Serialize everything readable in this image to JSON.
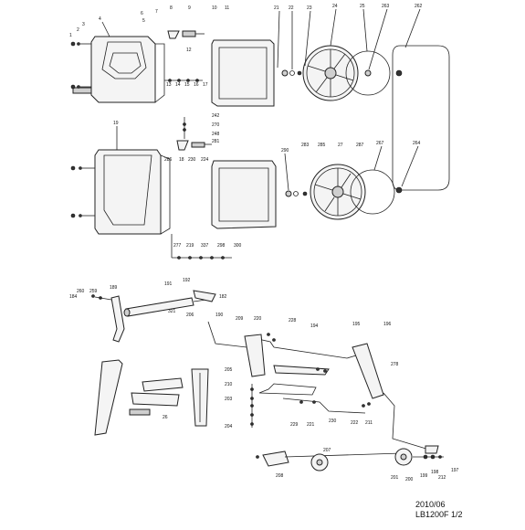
{
  "diagram": {
    "date": "2010/06",
    "model_page": "LB1200F 1/2",
    "callouts": [
      "1",
      "2",
      "3",
      "4",
      "5",
      "6",
      "7",
      "8",
      "9",
      "10",
      "11",
      "12",
      "13",
      "14",
      "15",
      "16",
      "17",
      "21",
      "22",
      "23",
      "24",
      "25",
      "263",
      "262",
      "19",
      "242",
      "270",
      "248",
      "281",
      "286",
      "18",
      "230",
      "224",
      "290",
      "283",
      "285",
      "27",
      "287",
      "267",
      "264",
      "277",
      "219",
      "337",
      "298",
      "300",
      "260",
      "259",
      "189",
      "191",
      "192",
      "184",
      "182",
      "321",
      "206",
      "190",
      "209",
      "220",
      "228",
      "194",
      "195",
      "196",
      "278",
      "26",
      "205",
      "210",
      "203",
      "204",
      "229",
      "221",
      "230",
      "222",
      "211",
      "207",
      "208",
      "201",
      "200",
      "199",
      "198",
      "212",
      "197"
    ]
  }
}
